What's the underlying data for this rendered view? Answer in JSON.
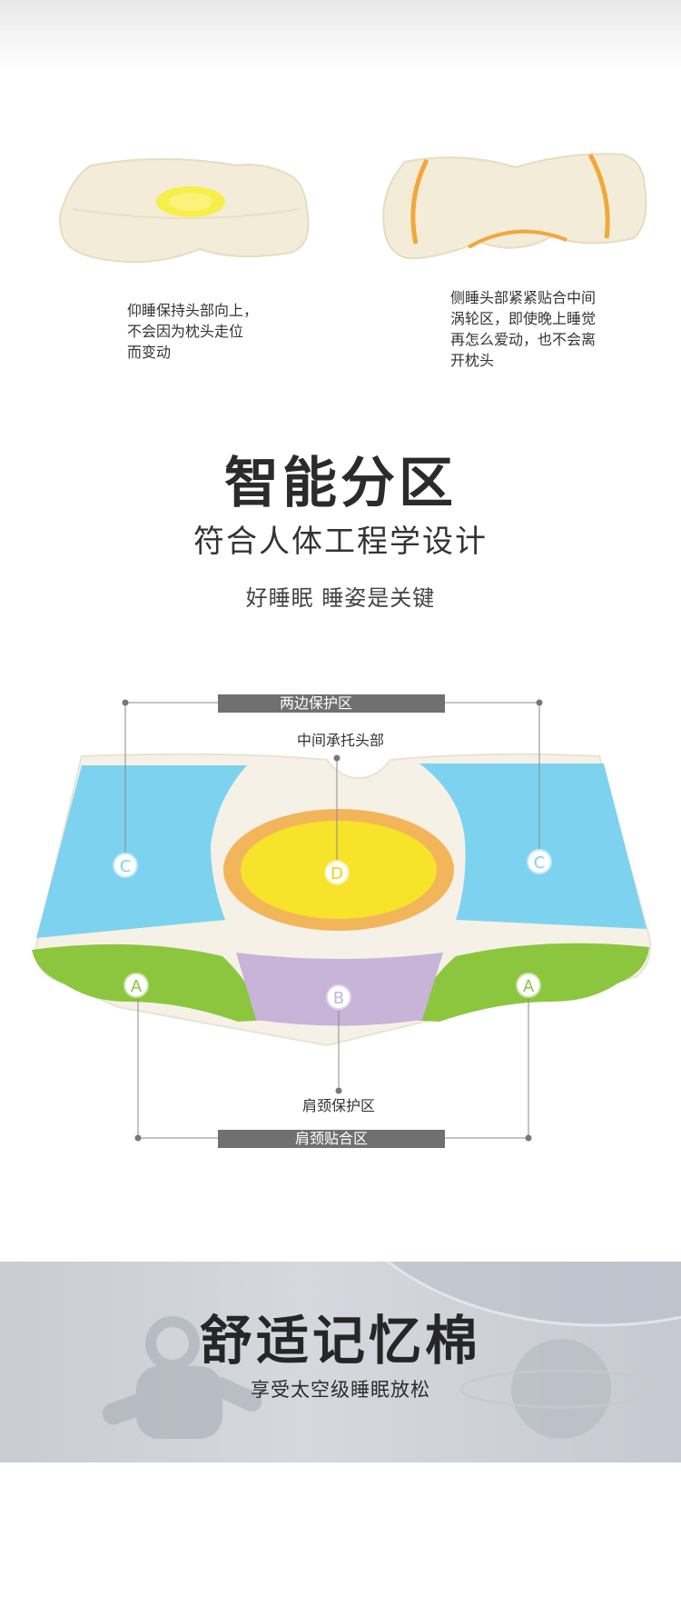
{
  "captions": {
    "back_sleep": "仰睡保持头部向上，\n不会因为枕头走位\n而变动",
    "side_sleep": "侧睡头部紧紧贴合中间\n涡轮区，即使晚上睡觉\n再怎么爱动，也不会离\n开枕头"
  },
  "section": {
    "title": "智能分区",
    "subtitle": "符合人体工程学设计",
    "tagline": "好睡眠  睡姿是关键"
  },
  "diagram": {
    "top_bar_label": "两边保护区",
    "bottom_bar_label": "肩颈贴合区",
    "center_top_label": "中间承托头部",
    "center_bottom_label": "肩颈保护区",
    "zone_letters": {
      "a": "A",
      "b": "B",
      "c": "C",
      "d": "D"
    },
    "colors": {
      "zone_c": "#7dd3ef",
      "zone_a": "#8cc63f",
      "zone_b": "#c7b4d8",
      "zone_d": "#f6e32a",
      "zone_d_ring": "#f3b55a",
      "bar": "#707070"
    }
  },
  "banner": {
    "title": "舒适记忆棉",
    "subtitle": "享受太空级睡眠放松"
  }
}
